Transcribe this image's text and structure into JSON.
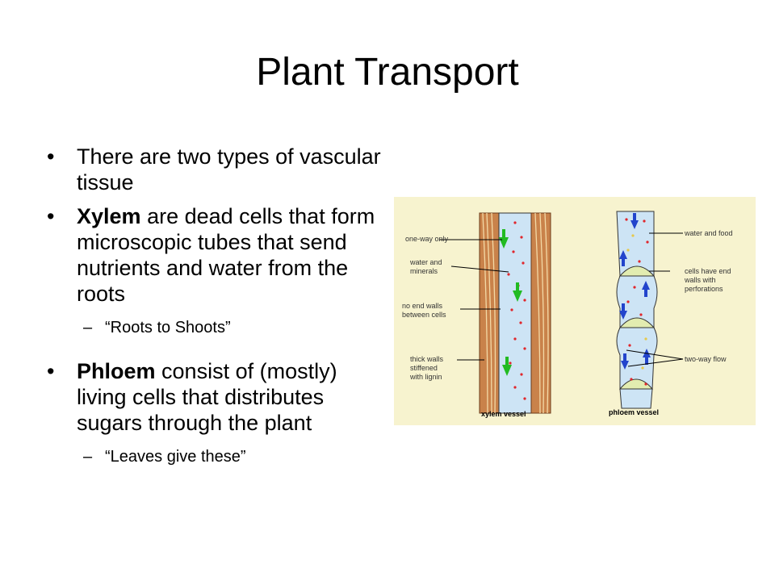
{
  "title": "Plant Transport",
  "bullets": [
    {
      "text": "There are two types of vascular tissue"
    },
    {
      "bold": "Xylem",
      "text": " are dead cells that form microscopic tubes that send nutrients and water from the roots",
      "sub": "“Roots to Shoots”"
    },
    {
      "bold": "Phloem",
      "text": " consist of (mostly) living cells that distributes sugars through the plant",
      "sub": "“Leaves give these”"
    }
  ],
  "bullet_glyph": "•",
  "sub_glyph": "–",
  "diagram": {
    "xylem_labels": [
      "one-way only",
      "water and",
      "minerals",
      "no end walls",
      "between cells",
      "thick walls",
      "stiffened",
      "with lignin"
    ],
    "xylem_caption": "xylem vessel",
    "phloem_labels": [
      "water and food",
      "cells have end",
      "walls with",
      "perforations",
      "two-way flow"
    ],
    "phloem_caption": "phloem vessel",
    "colors": {
      "background": "#f7f3cf",
      "wall": "#c9824a",
      "lumen": "#cde4f5",
      "dot": "#e0262b",
      "up_arrow": "#22bb22",
      "phloem_arrow": "#2244cc",
      "sieve_plate": "#e2ecb0"
    }
  }
}
